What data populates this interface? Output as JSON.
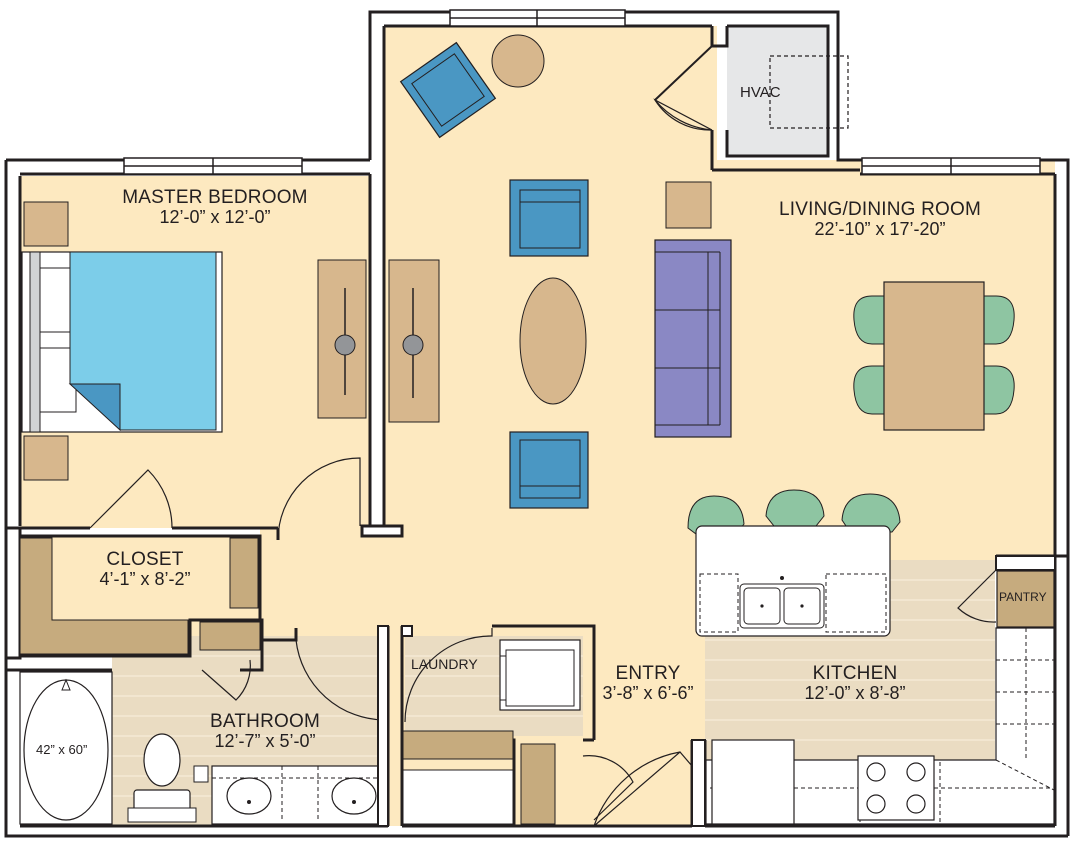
{
  "rooms": {
    "master_bedroom": {
      "name": "MASTER BEDROOM",
      "dims": "12’-0” x 12’-0”"
    },
    "living_dining": {
      "name": "LIVING/DINING ROOM",
      "dims": "22’-10” x 17’-20”"
    },
    "closet": {
      "name": "CLOSET",
      "dims": "4’-1” x 8’-2”"
    },
    "bathroom": {
      "name": "BATHROOM",
      "dims": "12’-7” x 5’-0”"
    },
    "entry": {
      "name": "ENTRY",
      "dims": "3’-8” x 6’-6”"
    },
    "kitchen": {
      "name": "KITCHEN",
      "dims": "12’-0” x 8’-8”"
    }
  },
  "labels": {
    "hvac": "HVAC",
    "laundry": "LAUNDRY",
    "pantry": "PANTRY",
    "tub": "42” x 60”"
  },
  "colors": {
    "floor": "#fde9c0",
    "tile": "#eadcc2",
    "wall": "#231f20",
    "wood": "#d7b78d",
    "cabinet": "#c6ab7e",
    "chair_blue": "#4a97c3",
    "sofa": "#8a88c4",
    "bedding": "#7ccde9",
    "barstool": "#8ec5a2",
    "hvac_gray": "#e6e7e8"
  },
  "icons": [
    "bed-icon",
    "armchair-icon",
    "sofa-icon",
    "dining-table-icon",
    "door-swing-icon",
    "sink-icon",
    "toilet-icon",
    "bathtub-icon",
    "range-icon",
    "washer-dryer-icon"
  ]
}
